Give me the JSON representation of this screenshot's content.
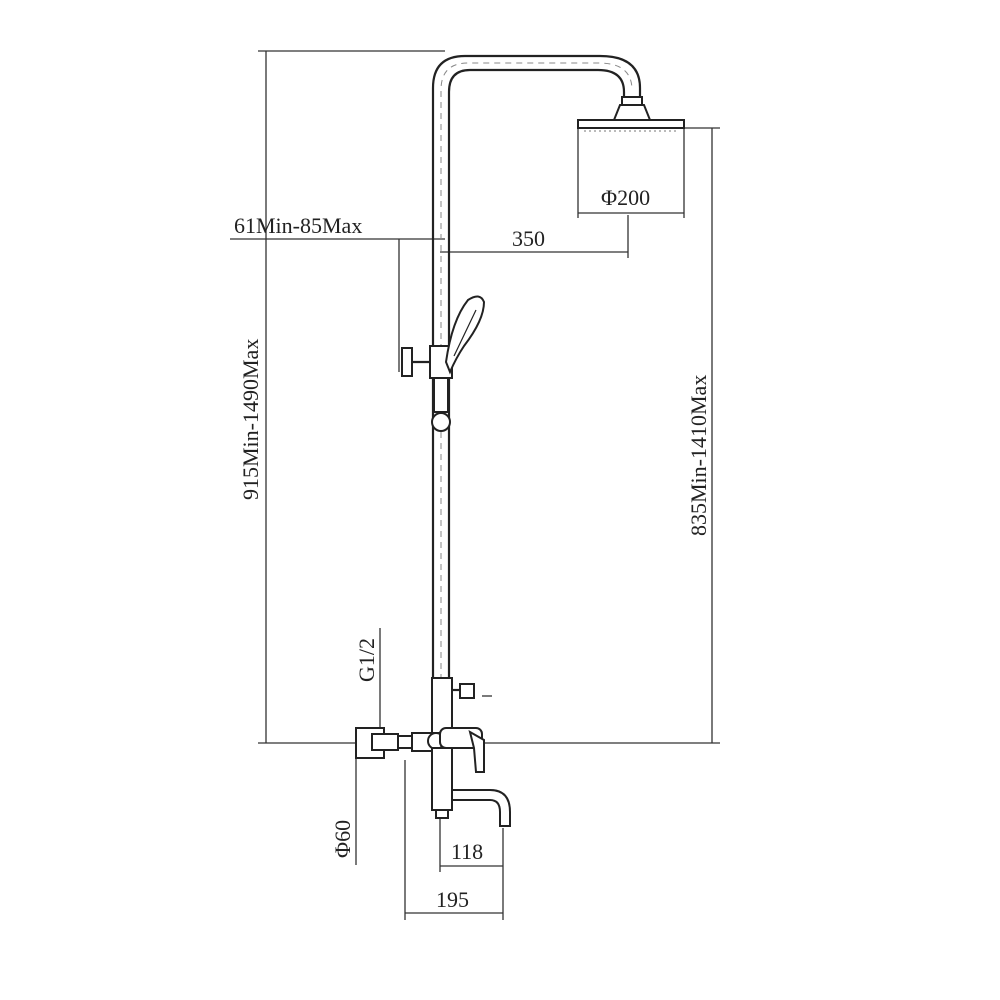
{
  "drawing": {
    "dimensions": {
      "head_diameter": "Φ200",
      "arm_projection": "350",
      "holder_offset": "61Min-85Max",
      "total_height": "915Min-1490Max",
      "head_height": "835Min-1410Max",
      "thread": "G1/2",
      "escutcheon_diameter": "Φ60",
      "spout_length": "118",
      "spout_reach": "195"
    }
  }
}
